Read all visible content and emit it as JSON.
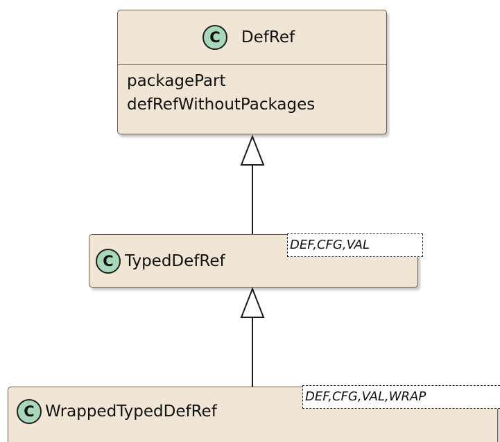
{
  "diagram": {
    "classes": [
      {
        "id": "defref",
        "stereotype_letter": "C",
        "name": "DefRef",
        "attributes": [
          "packagePart",
          "defRefWithoutPackages"
        ]
      },
      {
        "id": "typeddefref",
        "stereotype_letter": "C",
        "name": "TypedDefRef",
        "type_params": "DEF,CFG,VAL"
      },
      {
        "id": "wrappedtypeddefref",
        "stereotype_letter": "C",
        "name": "WrappedTypedDefRef",
        "type_params": "DEF,CFG,VAL,WRAP"
      }
    ],
    "relations": [
      {
        "type": "generalization",
        "from": "TypedDefRef",
        "to": "DefRef"
      },
      {
        "type": "generalization",
        "from": "WrappedTypedDefRef",
        "to": "TypedDefRef"
      }
    ],
    "colors": {
      "class_fill": "#f1e5d5",
      "class_border": "#6b5a45",
      "stereotype_circle": "#a8d8b9"
    }
  }
}
